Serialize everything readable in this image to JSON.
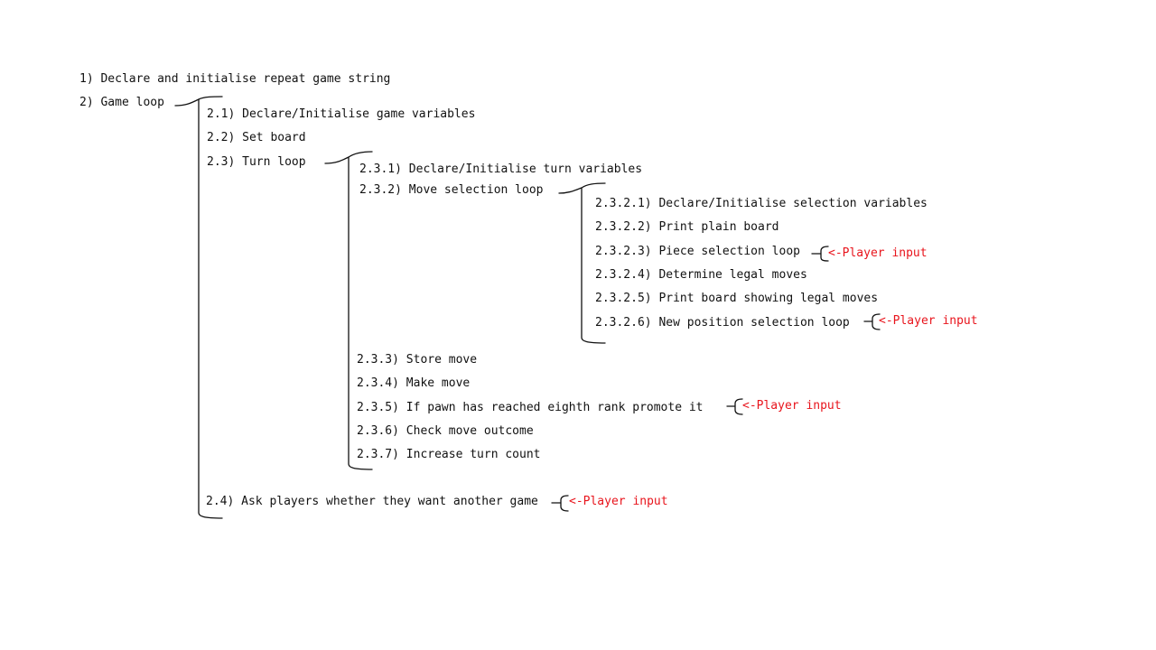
{
  "diagram": {
    "steps": {
      "s1": "1) Declare and initialise repeat game string",
      "s2": "2) Game loop",
      "s2_1": "2.1) Declare/Initialise game variables",
      "s2_2": "2.2) Set board",
      "s2_3": "2.3) Turn loop",
      "s2_3_1": "2.3.1) Declare/Initialise turn variables",
      "s2_3_2": "2.3.2) Move selection loop",
      "s2_3_2_1": "2.3.2.1) Declare/Initialise selection variables",
      "s2_3_2_2": "2.3.2.2) Print plain board",
      "s2_3_2_3": "2.3.2.3) Piece selection loop",
      "s2_3_2_4": "2.3.2.4) Determine legal moves",
      "s2_3_2_5": "2.3.2.5) Print board showing legal moves",
      "s2_3_2_6": "2.3.2.6) New position selection loop",
      "s2_3_3": "2.3.3) Store move",
      "s2_3_4": "2.3.4) Make move",
      "s2_3_5": "2.3.5) If pawn has reached eighth rank promote it",
      "s2_3_6": "2.3.6) Check move outcome",
      "s2_3_7": "2.3.7) Increase turn count",
      "s2_4": "2.4) Ask players whether they want another game"
    },
    "player_input_label": "<-Player input",
    "input_label_color": "#e8141c"
  }
}
